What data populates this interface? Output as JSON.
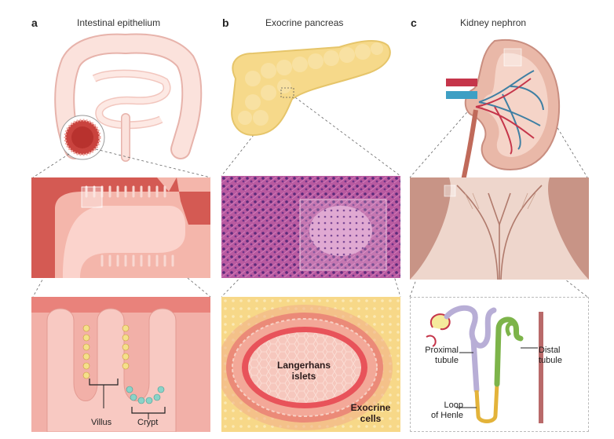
{
  "panels": {
    "a": {
      "letter": "a",
      "title": "Intestinal epithelium",
      "villus_label": "Villus",
      "crypt_label": "Crypt"
    },
    "b": {
      "letter": "b",
      "title": "Exocrine pancreas",
      "islets_label": "Langerhans\nislets",
      "exocrine_label": "Exocrine\ncells"
    },
    "c": {
      "letter": "c",
      "title": "Kidney nephron",
      "proximal_label": "Proximal\ntubule",
      "distal_label": "Distal\ntubule",
      "loop_label": "Loop\nof Henle"
    }
  },
  "colors": {
    "tissue_pink": "#f5c9c2",
    "tissue_dark": "#c9433e",
    "pancreas_yellow": "#f6d98a",
    "islet_red": "#e8535a",
    "proximal_purple": "#b8aed6",
    "distal_green": "#7db44a",
    "loop_yellow": "#e3b33a",
    "vessel": "#b96a6a"
  }
}
